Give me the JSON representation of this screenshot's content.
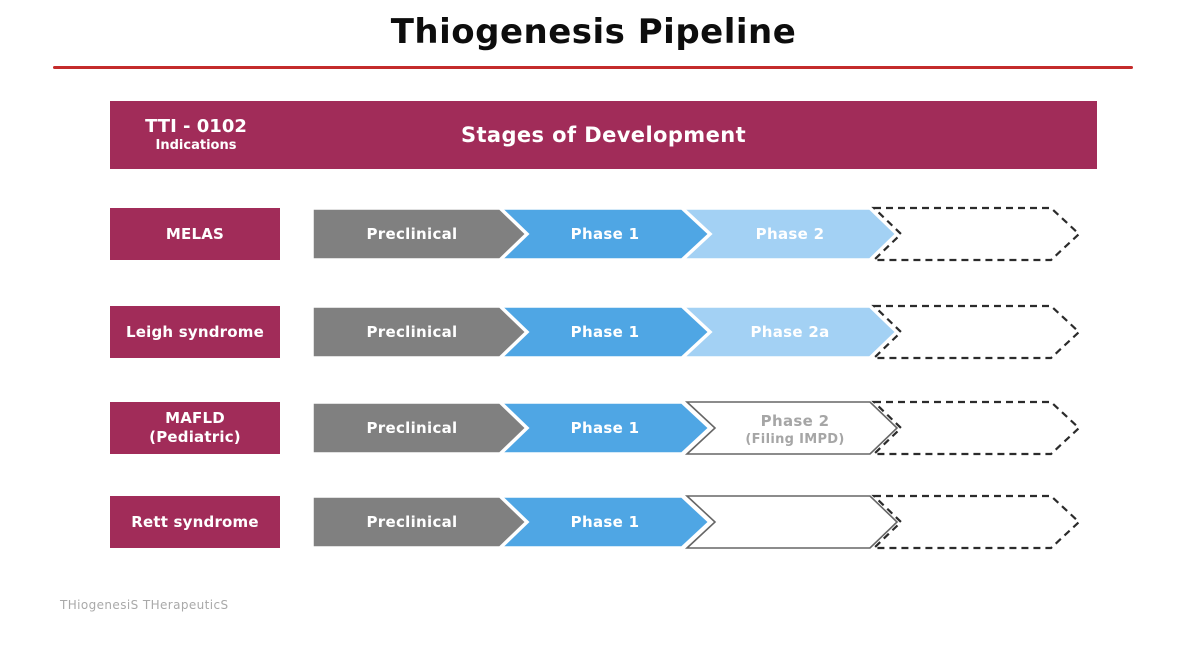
{
  "title": "Thiogenesis Pipeline",
  "header": {
    "product": "TTI - 0102",
    "product_sub": "Indications",
    "stages_title": "Stages of Development"
  },
  "rows": [
    {
      "label": "MELAS",
      "label2": "",
      "stage1": "Preclinical",
      "stage2": "Phase 1",
      "stage3": "Phase 2",
      "stage3_sub": ""
    },
    {
      "label": "Leigh syndrome",
      "label2": "",
      "stage1": "Preclinical",
      "stage2": "Phase 1",
      "stage3": "Phase 2a",
      "stage3_sub": ""
    },
    {
      "label": "MAFLD",
      "label2": "(Pediatric)",
      "stage1": "Preclinical",
      "stage2": "Phase 1",
      "stage3": "Phase 2",
      "stage3_sub": "(Filing IMPD)"
    },
    {
      "label": "Rett syndrome",
      "label2": "",
      "stage1": "Preclinical",
      "stage2": "Phase 1",
      "stage3": "",
      "stage3_sub": ""
    }
  ],
  "footer": "THiogenesiS THerapeuticS",
  "colors": {
    "maroon": "#A12C59",
    "accent_line": "#C42B2B",
    "preclinical_gray": "#808080",
    "phase1_blue": "#4FA6E4",
    "phase2_lightblue": "#A3D1F4",
    "outline_gray": "#666666",
    "dashed_outline": "#2B2B2B",
    "muted_text": "#A6A6A6",
    "footer_text": "#A9A9A9"
  }
}
